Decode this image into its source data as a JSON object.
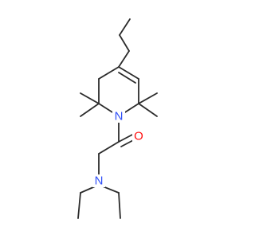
{
  "molecule": {
    "atoms": {
      "N_ring": {
        "symbol": "N",
        "color": "#3050f8"
      },
      "O_carbonyl": {
        "symbol": "O",
        "color": "#ff0d0d"
      },
      "N_amine": {
        "symbol": "N",
        "color": "#3050f8"
      }
    },
    "bond_color": "#2b2b2b"
  }
}
